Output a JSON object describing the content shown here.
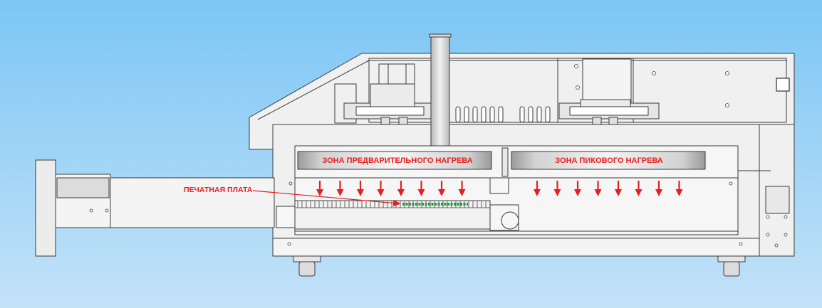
{
  "labels": {
    "preheat_zone": "ЗОНА ПРЕДВАРИТЕЛЬНОГО НАГРЕВА",
    "peak_zone": "ЗОНА ПИКОВОГО НАГРЕВА",
    "pcb": "ПЕЧАТНАЯ ПЛАТА"
  },
  "colors": {
    "background_top": "#7cc6f5",
    "background_bottom": "#c3e2f8",
    "machine_body": "#f0f0f0",
    "outline": "#3a3a3a",
    "label_text": "#e81e1e",
    "heat_arrow": "#e81e1e",
    "pcb_board": "#1f9a3a"
  },
  "heat_arrows": {
    "preheat_count": 8,
    "peak_count": 8
  }
}
